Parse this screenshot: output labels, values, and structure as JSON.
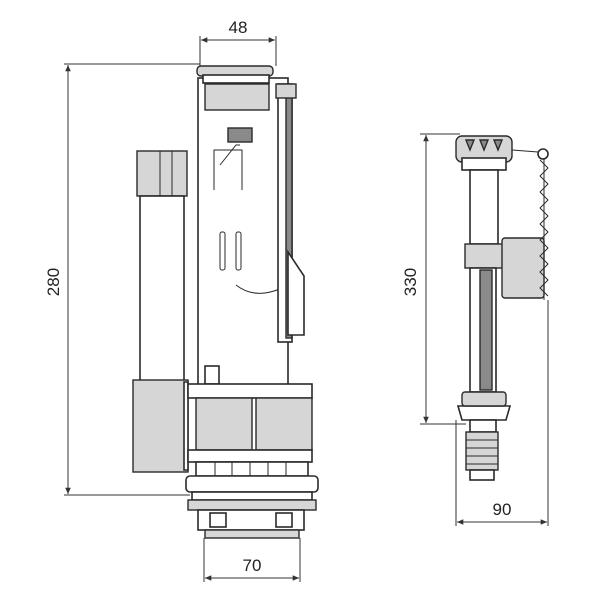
{
  "dimensions": {
    "flush_valve_top_width": "48",
    "flush_valve_height": "280",
    "flush_valve_base_width": "70",
    "fill_valve_height": "330",
    "fill_valve_width": "90"
  }
}
